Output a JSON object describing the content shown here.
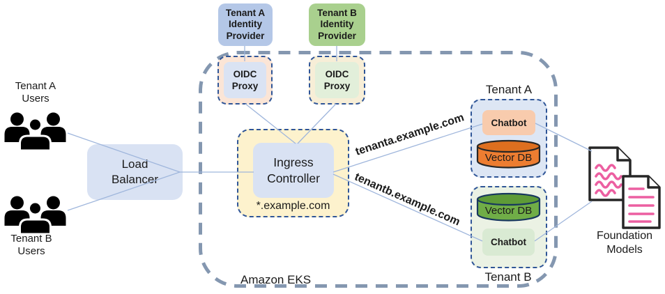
{
  "users": {
    "tenant_a_label": "Tenant A\nUsers",
    "tenant_b_label": "Tenant B\nUsers"
  },
  "load_balancer": {
    "label": "Load\nBalancer"
  },
  "identity_providers": {
    "tenant_a": {
      "label": "Tenant A\nIdentity\nProvider"
    },
    "tenant_b": {
      "label": "Tenant B\nIdentity\nProvider"
    }
  },
  "oidc_proxies": {
    "tenant_a": {
      "label": "OIDC\nProxy"
    },
    "tenant_b": {
      "label": "OIDC\nProxy"
    }
  },
  "cluster": {
    "label": "Amazon EKS",
    "ingress_controller": {
      "label": "Ingress\nController",
      "wildcard_domain": "*.example.com"
    },
    "routes": {
      "tenant_a_domain": "tenanta.example.com",
      "tenant_b_domain": "tenantb.example.com"
    },
    "tenant_a": {
      "title": "Tenant A",
      "chatbot": "Chatbot",
      "vector_db": "Vector DB"
    },
    "tenant_b": {
      "title": "Tenant B",
      "chatbot": "Chatbot",
      "vector_db": "Vector DB"
    }
  },
  "foundation_models": {
    "label": "Foundation\nModels"
  },
  "icons": {
    "tenant_a_users": "users-group-icon",
    "tenant_b_users": "users-group-icon",
    "vector_db": "database-cylinder-icon",
    "foundation_models": "documents-icon"
  },
  "colors": {
    "eks_border": "#8497b0",
    "inner_dashed_border": "#2f5597",
    "connector_line": "#9fb6dc",
    "idp_a_fill": "#b4c7e7",
    "idp_b_fill": "#a9d08e",
    "oidc_a_outer_fill": "#fbe5d6",
    "oidc_a_inner_fill": "#dae3f3",
    "oidc_b_outer_fill": "#f7eed7",
    "oidc_b_inner_fill": "#e2efda",
    "ingress_outer_fill": "#fdf2cd",
    "ingress_inner_fill": "#d9e2f3",
    "load_balancer_fill": "#d9e2f3",
    "tenant_a_group_fill": "#dde6f4",
    "chatbot_a_fill": "#f8cbad",
    "vector_db_a_fill": "#ed7d31",
    "vector_db_a_top": "#de6f1f",
    "tenant_b_group_fill": "#ebf2e4",
    "vector_db_b_fill": "#70ad47",
    "vector_db_b_top": "#5e9b37",
    "chatbot_b_fill": "#d9ead3",
    "users_icon": "#000000",
    "document_outline": "#262626",
    "document_accent": "#ec5fa1"
  }
}
